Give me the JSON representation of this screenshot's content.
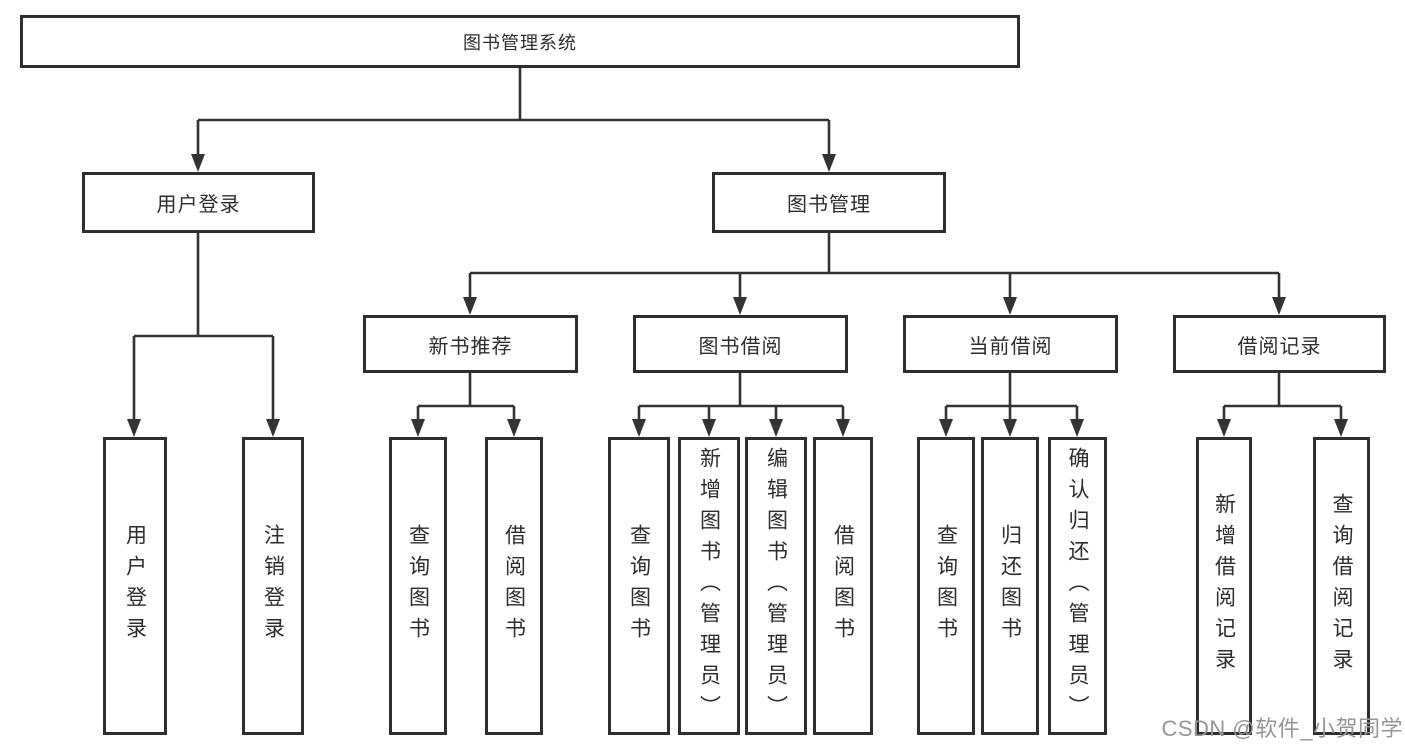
{
  "tree": {
    "root": {
      "label": "图书管理系统"
    },
    "level2": [
      {
        "label": "用户登录"
      },
      {
        "label": "图书管理"
      }
    ],
    "level3": [
      {
        "label": "新书推荐"
      },
      {
        "label": "图书借阅"
      },
      {
        "label": "当前借阅"
      },
      {
        "label": "借阅记录"
      }
    ],
    "leaves": {
      "user_login": [
        "用户登录",
        "注销登录"
      ],
      "new_book_recommend": [
        "查询图书",
        "借阅图书"
      ],
      "book_borrow": [
        "查询图书",
        "新增图书（管理员）",
        "编辑图书（管理员）",
        "借阅图书"
      ],
      "current_borrow": [
        "查询图书",
        "归还图书",
        "确认归还（管理员）"
      ],
      "borrow_record": [
        "新增借阅记录",
        "查询借阅记录"
      ]
    }
  },
  "watermark": {
    "text": "CSDN @软件_小贺同学"
  },
  "colors": {
    "line": "#333333",
    "border": "#2e2e2e",
    "text": "#2d2d2d",
    "watermark": "#9b9494",
    "background": "#ffffff"
  }
}
